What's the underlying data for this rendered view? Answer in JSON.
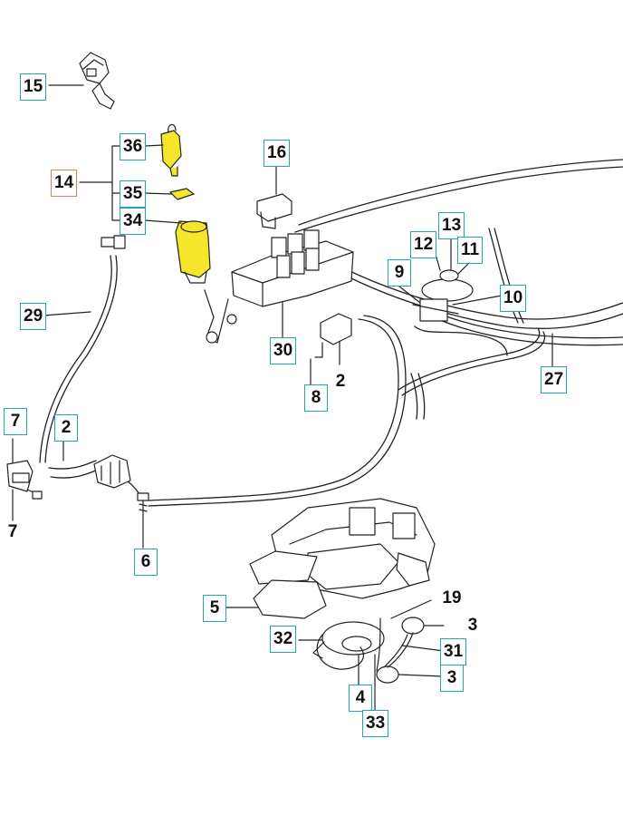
{
  "diagram": {
    "accent_box_color": "#1fa3c8",
    "highlight_box_color": "#e57a5b",
    "highlight_part_color": "#f5e62a",
    "callouts": {
      "c15": "15",
      "c36": "36",
      "c14": "14",
      "c35": "35",
      "c34": "34",
      "c16": "16",
      "c13": "13",
      "c12": "12",
      "c11": "11",
      "c9": "9",
      "c10": "10",
      "c29": "29",
      "c30": "30",
      "c2a": "2",
      "c8": "8",
      "c27": "27",
      "c7a": "7",
      "c2b": "2",
      "c7b": "7",
      "c6": "6",
      "c5": "5",
      "c19": "19",
      "c3a": "3",
      "c32": "32",
      "c31": "31",
      "c3b": "3",
      "c4": "4",
      "c33": "33"
    }
  }
}
